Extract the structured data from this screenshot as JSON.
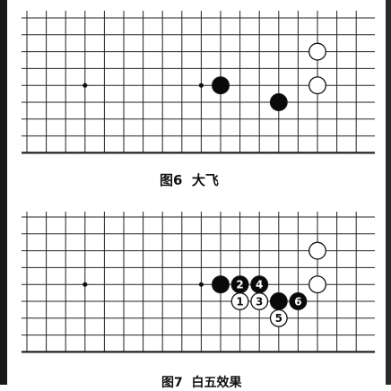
{
  "diagrams": [
    {
      "caption": "图6  大飞",
      "stones": [
        {
          "color": "white",
          "col": 15,
          "row": 2,
          "label": ""
        },
        {
          "color": "white",
          "col": 15,
          "row": 4,
          "label": ""
        },
        {
          "color": "black",
          "col": 10,
          "row": 4,
          "label": ""
        },
        {
          "color": "black",
          "col": 13,
          "row": 5,
          "label": ""
        }
      ],
      "star_points": [
        {
          "col": 3,
          "row": 4
        },
        {
          "col": 9,
          "row": 4
        }
      ]
    },
    {
      "caption": "图7  白五效果",
      "stones": [
        {
          "color": "white",
          "col": 15,
          "row": 2,
          "label": ""
        },
        {
          "color": "white",
          "col": 15,
          "row": 4,
          "label": ""
        },
        {
          "color": "black",
          "col": 10,
          "row": 4,
          "label": ""
        },
        {
          "color": "black",
          "col": 11,
          "row": 4,
          "label": "2"
        },
        {
          "color": "black",
          "col": 12,
          "row": 4,
          "label": "4"
        },
        {
          "color": "white",
          "col": 11,
          "row": 5,
          "label": "1"
        },
        {
          "color": "white",
          "col": 12,
          "row": 5,
          "label": "3"
        },
        {
          "color": "black",
          "col": 13,
          "row": 5,
          "label": ""
        },
        {
          "color": "black",
          "col": 14,
          "row": 5,
          "label": "6"
        },
        {
          "color": "white",
          "col": 13,
          "row": 6,
          "label": "5"
        }
      ],
      "star_points": [
        {
          "col": 3,
          "row": 4
        },
        {
          "col": 9,
          "row": 4
        }
      ]
    }
  ]
}
